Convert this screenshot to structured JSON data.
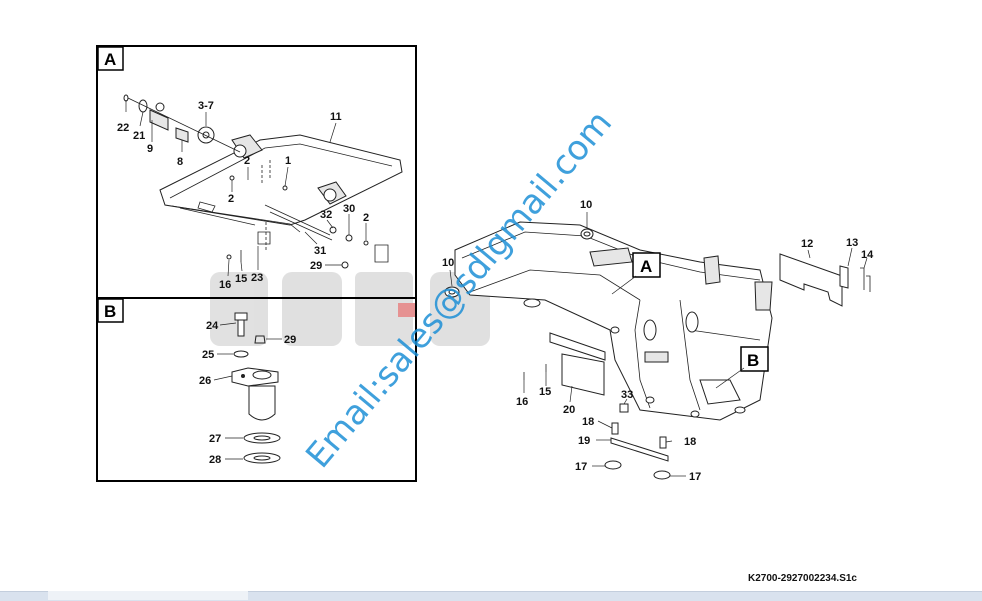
{
  "inset_a": {
    "letter": "A",
    "callouts": [
      "22",
      "21",
      "9",
      "3-7",
      "8",
      "11",
      "2",
      "1",
      "2",
      "32",
      "30",
      "2",
      "31",
      "29",
      "16",
      "15",
      "23"
    ]
  },
  "inset_b": {
    "letter": "B",
    "callouts": [
      "24",
      "29",
      "25",
      "26",
      "27",
      "28"
    ]
  },
  "main_view": {
    "view_markers": [
      "A",
      "B"
    ],
    "callouts": [
      "10",
      "10",
      "12",
      "13",
      "14",
      "16",
      "15",
      "20",
      "33",
      "18",
      "18",
      "19",
      "17",
      "17"
    ]
  },
  "watermark_text": "Email:sales@sdlgmail.com",
  "drawing_reference": "K2700-2927002234.S1c",
  "colors": {
    "watermark": "#1e90d6",
    "logo_red": "#d23a3a",
    "logo_gray": "#c8c8c8",
    "frame": "#000000"
  }
}
